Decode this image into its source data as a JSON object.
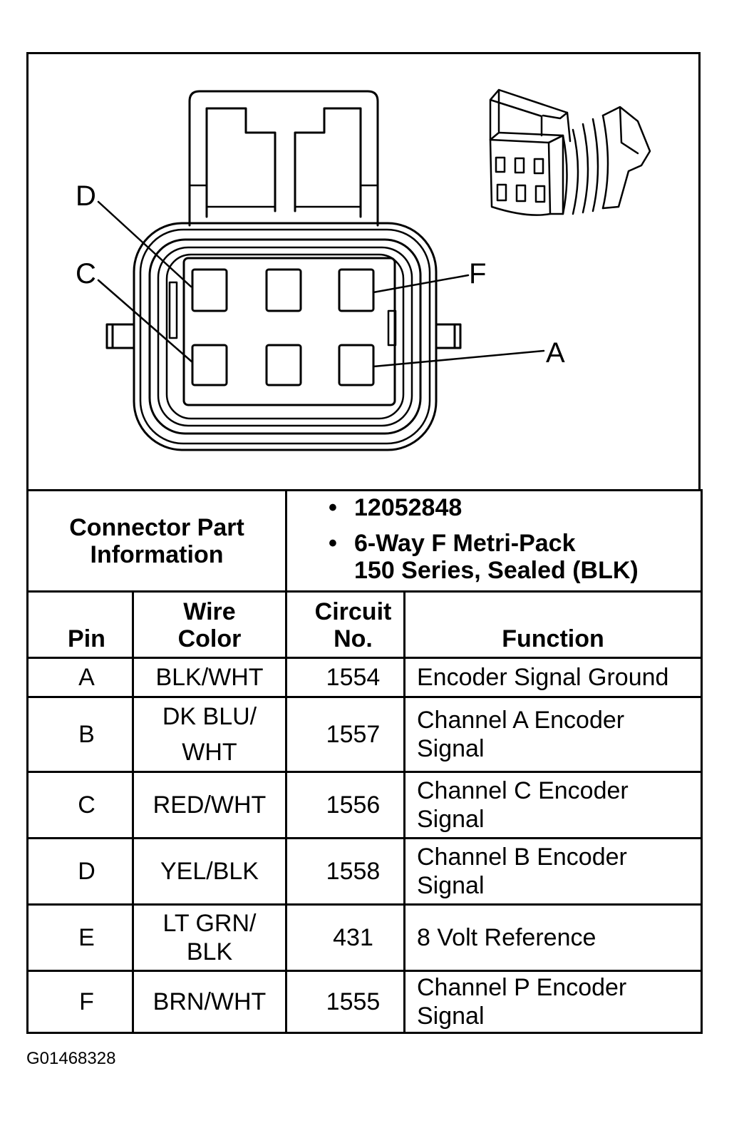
{
  "colors": {
    "line": "#000000",
    "background": "#ffffff"
  },
  "diagram": {
    "pin_labels": {
      "d": "D",
      "c": "C",
      "f": "F",
      "a": "A"
    }
  },
  "connector_info": {
    "label_lines": [
      "Connector Part",
      "Information"
    ],
    "bullet": "•",
    "part_number": "12052848",
    "description_lines": [
      "6-Way F Metri-Pack",
      "150 Series, Sealed (BLK)"
    ]
  },
  "table": {
    "headers": {
      "pin": [
        "Pin"
      ],
      "wire_color": [
        "Wire",
        "Color"
      ],
      "circuit": [
        "Circuit",
        "No."
      ],
      "function": [
        "Function"
      ]
    },
    "rows": [
      {
        "pin": "A",
        "wire_color": [
          "BLK/WHT"
        ],
        "circuit": "1554",
        "function": [
          "Encoder Signal Ground"
        ]
      },
      {
        "pin": "B",
        "wire_color": [
          "DK BLU/",
          "WHT"
        ],
        "circuit": "1557",
        "function": [
          "Channel A Encoder",
          "Signal"
        ]
      },
      {
        "pin": "C",
        "wire_color": [
          "RED/WHT"
        ],
        "circuit": "1556",
        "function": [
          "Channel C Encoder",
          "Signal"
        ]
      },
      {
        "pin": "D",
        "wire_color": [
          "YEL/BLK"
        ],
        "circuit": "1558",
        "function": [
          "Channel B Encoder",
          "Signal"
        ]
      },
      {
        "pin": "E",
        "wire_color": [
          "LT GRN/",
          "BLK"
        ],
        "circuit": "431",
        "function": [
          "8 Volt Reference"
        ]
      },
      {
        "pin": "F",
        "wire_color": [
          "BRN/WHT"
        ],
        "circuit": "1555",
        "function": [
          "Channel P Encoder",
          "Signal"
        ]
      }
    ]
  },
  "figure_id": "G01468328"
}
